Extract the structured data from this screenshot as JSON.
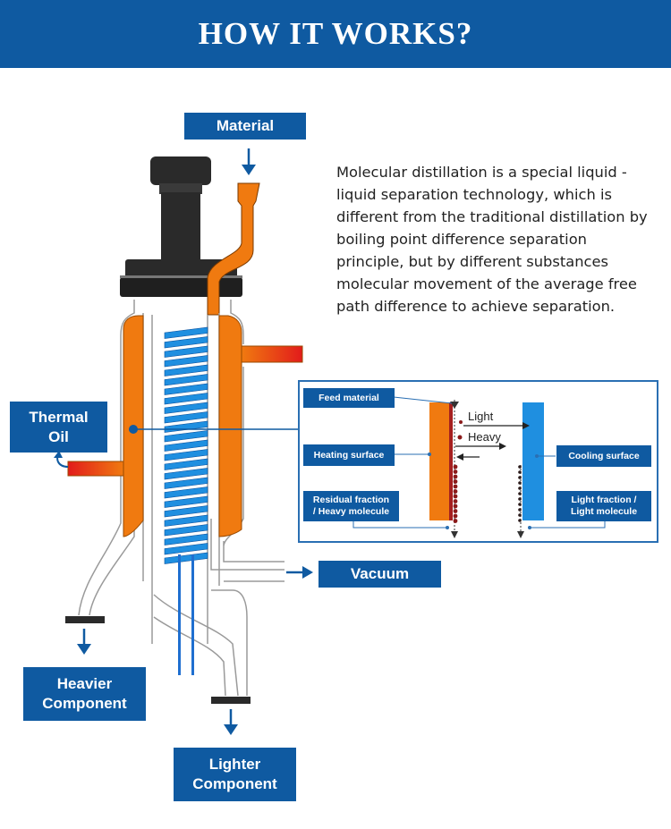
{
  "header": {
    "title": "HOW IT WORKS?"
  },
  "labels": {
    "material": "Material",
    "thermal_oil": "Thermal\nOil",
    "vacuum": "Vacuum",
    "heavier": "Heavier\nComponent",
    "lighter": "Lighter\nComponent"
  },
  "description": "Molecular distillation is a special liquid -liquid separation technology, which is different from the traditional distillation by boiling point difference separation principle, but by different substances molecular movement of the average free path difference to achieve separation.",
  "inset": {
    "feed_material": "Feed material",
    "heating_surface": "Heating surface",
    "residual": "Residual fraction\n/ Heavy molecule",
    "cooling_surface": "Cooling surface",
    "light_fraction": "Light fraction /\nLight molecule",
    "light": "Light",
    "heavy": "Heavy"
  },
  "colors": {
    "brand_blue": "#0f5aa1",
    "thermal_orange": "#f07a10",
    "coil_blue": "#1f8fe0",
    "heavy_molecule": "#8b1a1a"
  }
}
